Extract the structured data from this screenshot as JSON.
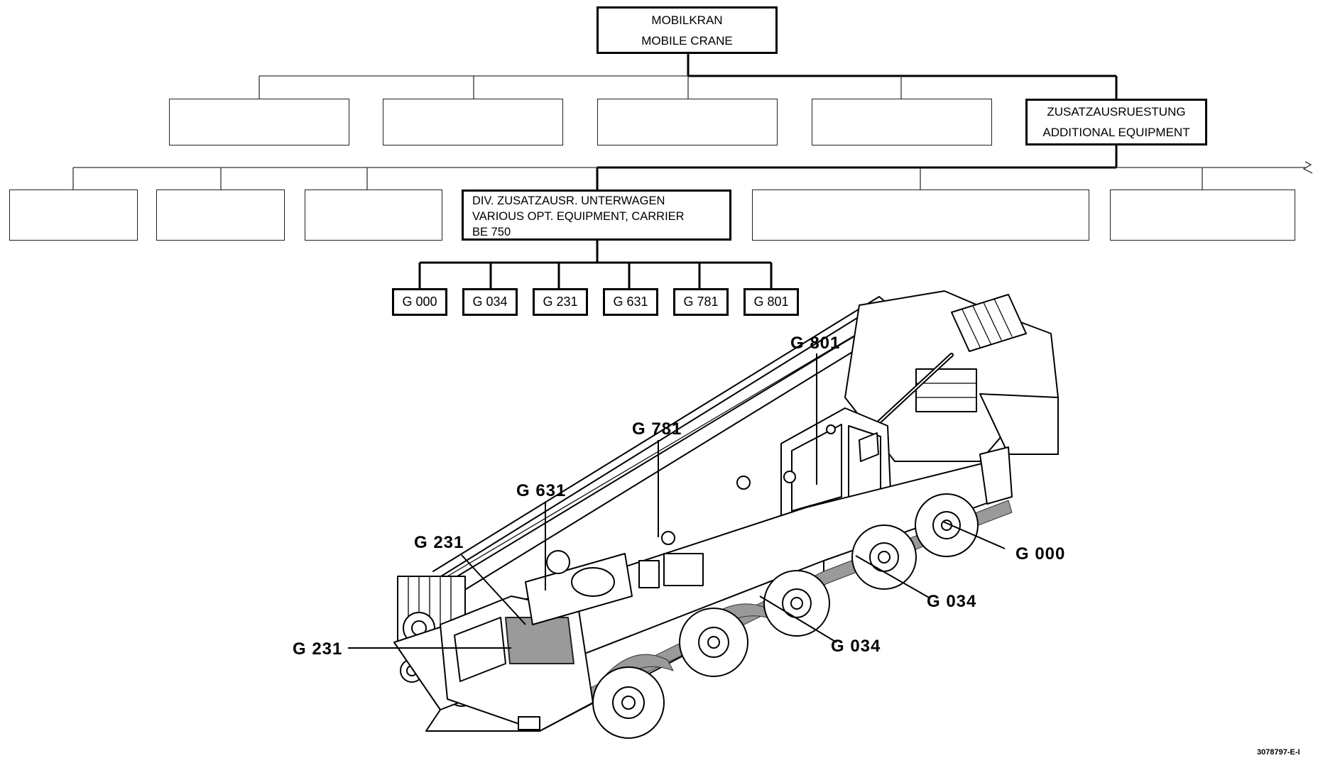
{
  "tree": {
    "root": {
      "line1": "MOBILKRAN",
      "line2": "MOBILE CRANE"
    },
    "level1_selected": {
      "line1": "ZUSATZAUSRUESTUNG",
      "line2": "ADDITIONAL EQUIPMENT"
    },
    "level2_selected": {
      "line1": "DIV. ZUSATZAUSR. UNTERWAGEN",
      "line2": "VARIOUS  OPT. EQUIPMENT, CARRIER",
      "line3": "BE 750"
    },
    "groups": [
      "G 000",
      "G 034",
      "G 231",
      "G 631",
      "G 781",
      "G 801"
    ]
  },
  "callouts": {
    "g801": "G 801",
    "g781": "G 781",
    "g631": "G 631",
    "g231_top": "G 231",
    "g231_left": "G 231",
    "g000": "G 000",
    "g034_right": "G 034",
    "g034_mid": "G 034"
  },
  "document_number": "3078797-E-I",
  "colors": {
    "line": "#000000",
    "highlight": "#9a9a9a",
    "background": "#ffffff"
  }
}
